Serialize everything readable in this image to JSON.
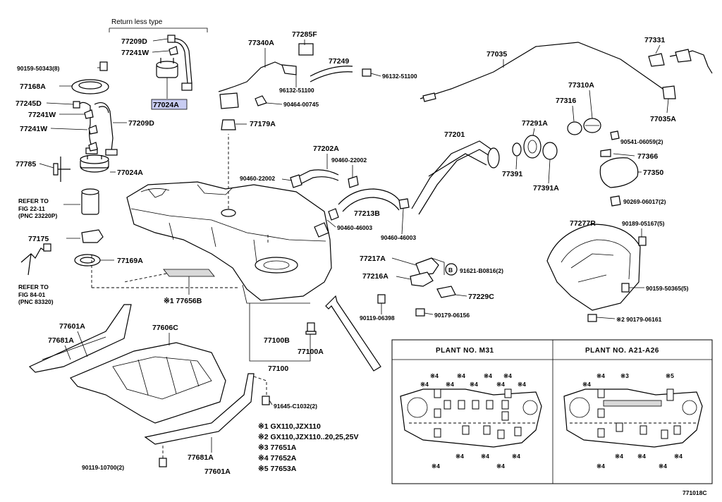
{
  "header": {
    "return_less_type": "Return less type"
  },
  "labels": {
    "p77209D_a": "77209D",
    "p77241W_a": "77241W",
    "p90159_50343": "90159-50343(8)",
    "p77168A": "77168A",
    "p77024A_hl": "77024A",
    "p77245D": "77245D",
    "p77241W_b": "77241W",
    "p77241W_c": "77241W",
    "p77209D_b": "77209D",
    "p77785": "77785",
    "p77024A_b": "77024A",
    "refer_22_1": "REFER TO",
    "refer_22_2": "FIG 22-11",
    "refer_22_3": "(PNC 23220P)",
    "p77175": "77175",
    "p77169A": "77169A",
    "refer_84_1": "REFER TO",
    "refer_84_2": "FIG 84-01",
    "refer_84_3": "(PNC 83320)",
    "p77656B": "※1 77656B",
    "p77601A_a": "77601A",
    "p77681A_a": "77681A",
    "p77606C": "77606C",
    "p77340A": "77340A",
    "p77285F": "77285F",
    "p77249": "77249",
    "p96132_51100_a": "96132-51100",
    "p96132_51100_b": "96132-51100",
    "p90464_00745": "90464-00745",
    "p77179A": "77179A",
    "p77202A": "77202A",
    "p90460_22002_a": "90460-22002",
    "p90460_22002_b": "90460-22002",
    "p77213B": "77213B",
    "p90460_46003_a": "90460-46003",
    "p90460_46003_b": "90460-46003",
    "p77035": "77035",
    "p77331": "77331",
    "p77310A": "77310A",
    "p77316": "77316",
    "p77035A": "77035A",
    "p77201": "77201",
    "p77291A": "77291A",
    "p90541_06059": "90541-06059(2)",
    "p77366": "77366",
    "p77391": "77391",
    "p77391A": "77391A",
    "p77350": "77350",
    "p90269_06017": "90269-06017(2)",
    "p77277R": "77277R",
    "p90189_05167": "90189-05167(5)",
    "p77217A": "77217A",
    "p77216A": "77216A",
    "p91621_B0816": "91621-B0816(2)",
    "p77229C": "77229C",
    "p90119_06398": "90119-06398",
    "p90179_06156": "90179-06156",
    "p90159_50365": "90159-50365(5)",
    "p90179_06161": "※2 90179-06161",
    "p77100B": "77100B",
    "p77100A": "77100A",
    "p77100": "77100",
    "p91645_C1032": "91645-C1032(2)",
    "p77681A_b": "77681A",
    "p77601A_b": "77601A",
    "p90119_10700": "90119-10700(2)",
    "circle_b": "B"
  },
  "notes": {
    "n1": "※1 GX110,JZX110",
    "n2": "※2 GX110,JZX110..20,25,25V",
    "n3": "※3 77651A",
    "n4": "※4 77652A",
    "n5": "※5 77653A"
  },
  "plants": {
    "left_title": "PLANT NO. M31",
    "right_title": "PLANT NO. A21-A26",
    "mark4": "※4",
    "mark3": "※3",
    "mark5": "※5"
  },
  "figure_id": "771018C",
  "colors": {
    "highlight": "#c8ccf2",
    "line": "#000000",
    "background": "#ffffff"
  }
}
